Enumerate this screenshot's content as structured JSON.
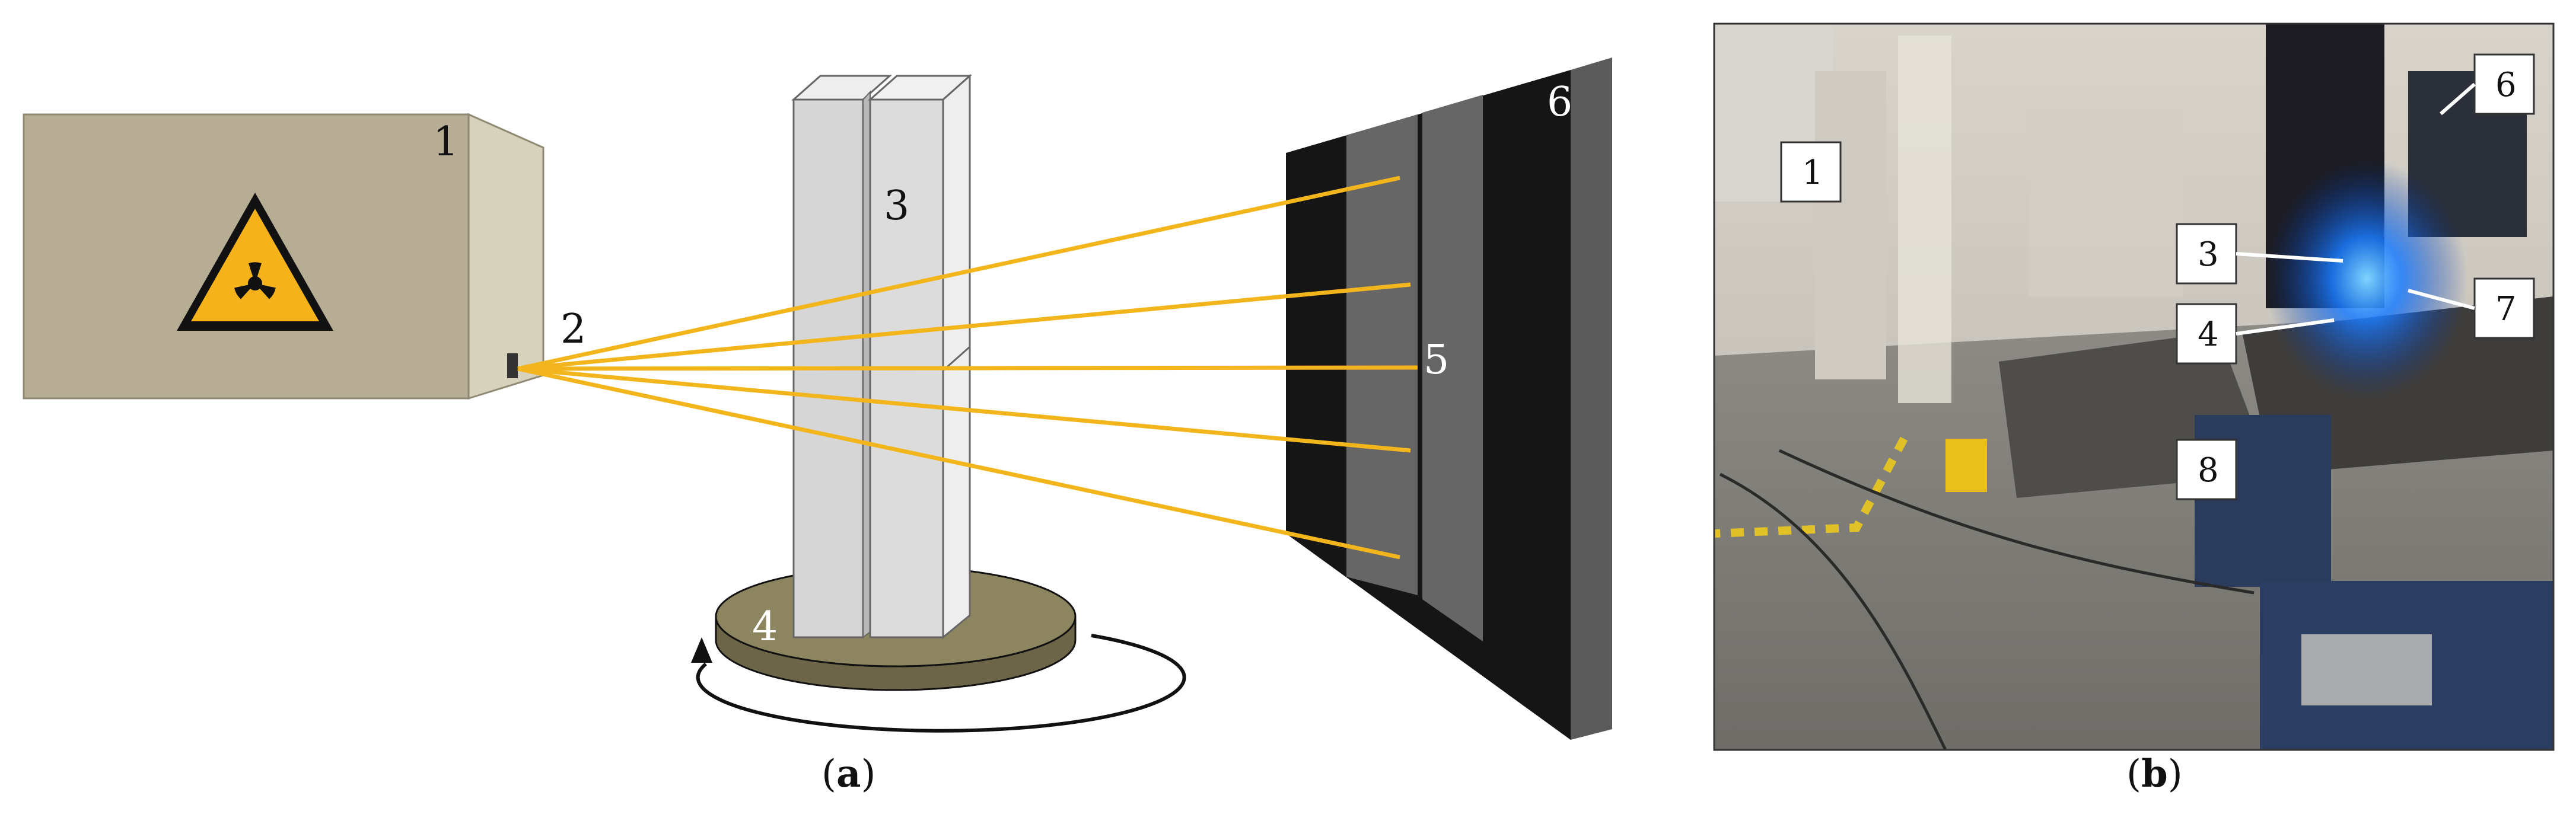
{
  "panel_a": {
    "labels": {
      "source": "1",
      "aperture": "2",
      "specimen": "3",
      "rotation_table": "4",
      "detector_line": "5",
      "detector": "6"
    },
    "caption": {
      "open": "(",
      "letter": "a",
      "close": ")"
    },
    "colors": {
      "source_box": "#b6ad94",
      "source_side": "#d6d2bc",
      "beam": "#f2b51c",
      "radiation_sign": "#f5b21b",
      "specimen_face": "#dcdcdc",
      "specimen_side": "#f0f0f0",
      "turntable": "#8d855f",
      "detector_dark": "#151515",
      "detector_gray": "#666666"
    },
    "icons": [
      "radiation-warning-icon",
      "rotation-arrow-icon"
    ]
  },
  "panel_b": {
    "labels": {
      "l1": "1",
      "l3": "3",
      "l4": "4",
      "l6": "6",
      "l7": "7",
      "l8": "8"
    },
    "caption": {
      "open": "(",
      "letter": "b",
      "close": ")"
    }
  }
}
